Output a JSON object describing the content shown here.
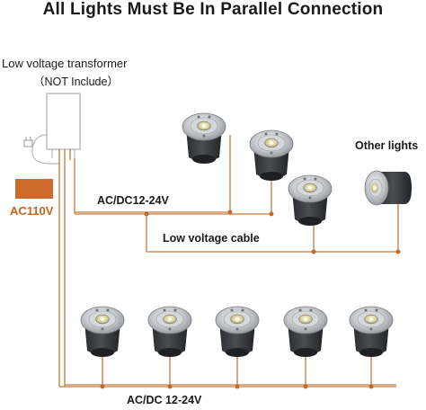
{
  "title": "All Lights Must Be In Parallel Connection",
  "transformer_label": "Low voltage transformer",
  "transformer_note": "（NOT Include）",
  "acdc_top": "AC/DC12-24V",
  "cable_label": "Low voltage cable",
  "other_lights": "Other lights",
  "acdc_bottom": "AC/DC 12-24V",
  "ac110": "AC110V",
  "colors": {
    "wire": "#c8773a",
    "junction": "#c0692c",
    "ac_block": "#cf6a2c",
    "transformer_stroke": "#b9b9b9",
    "fixture_body": "#3b3d40",
    "fixture_ring": "#c4c7ca"
  },
  "fixtures": {
    "top_group": 3,
    "other": 1,
    "bottom_row": 5
  }
}
